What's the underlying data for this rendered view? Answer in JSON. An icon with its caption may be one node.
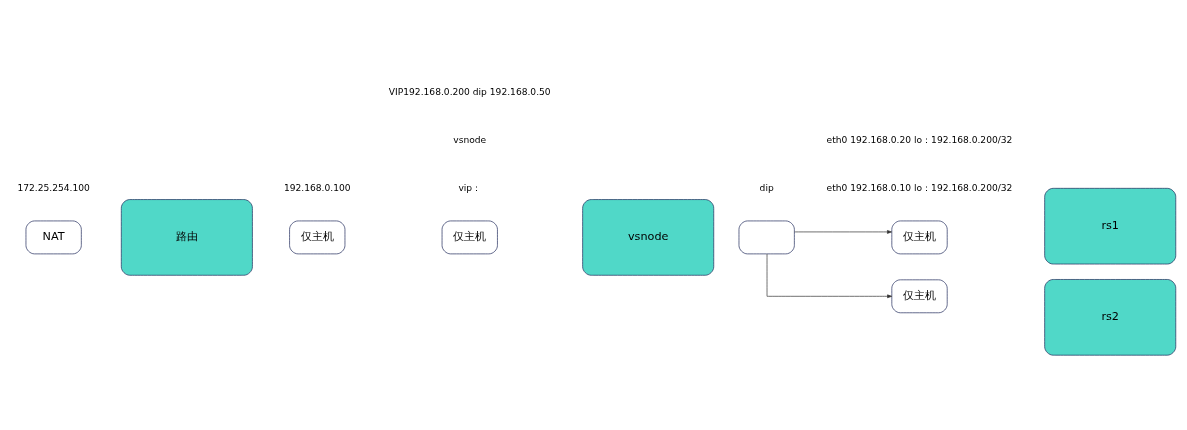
{
  "diagram": {
    "nodes": [
      {
        "text": [
          "NAT"
        ]
      },
      {
        "text": [
          "路由"
        ]
      },
      {
        "text": [
          "仅主机"
        ]
      },
      {
        "text": [
          "仅主机"
        ]
      },
      {
        "text": [
          "vsnode"
        ]
      },
      {
        "text": [],
        "shape": "box"
      },
      {
        "text": [
          "仅主机"
        ]
      },
      {
        "text": [
          "rs1"
        ]
      },
      {
        "text": [
          "仅主机"
        ]
      },
      {
        "text": [
          "rs2"
        ]
      }
    ],
    "edges": [
      {
        "from": 5,
        "to": 6,
        "arrow": "to"
      },
      {
        "from": 5,
        "to": 8,
        "arrow": "to"
      }
    ],
    "labels": [
      "172.25.254.100",
      "192.168.0.100",
      "vip：",
      "dip",
      "eth0 192.168.0.10 lo：192.168.0.200/32",
      "vsnode",
      "VIP192.168.0.200 dip 192.168.0.50",
      "eth0 192.168.0.20 lo：192.168.0.200/32"
    ]
  }
}
